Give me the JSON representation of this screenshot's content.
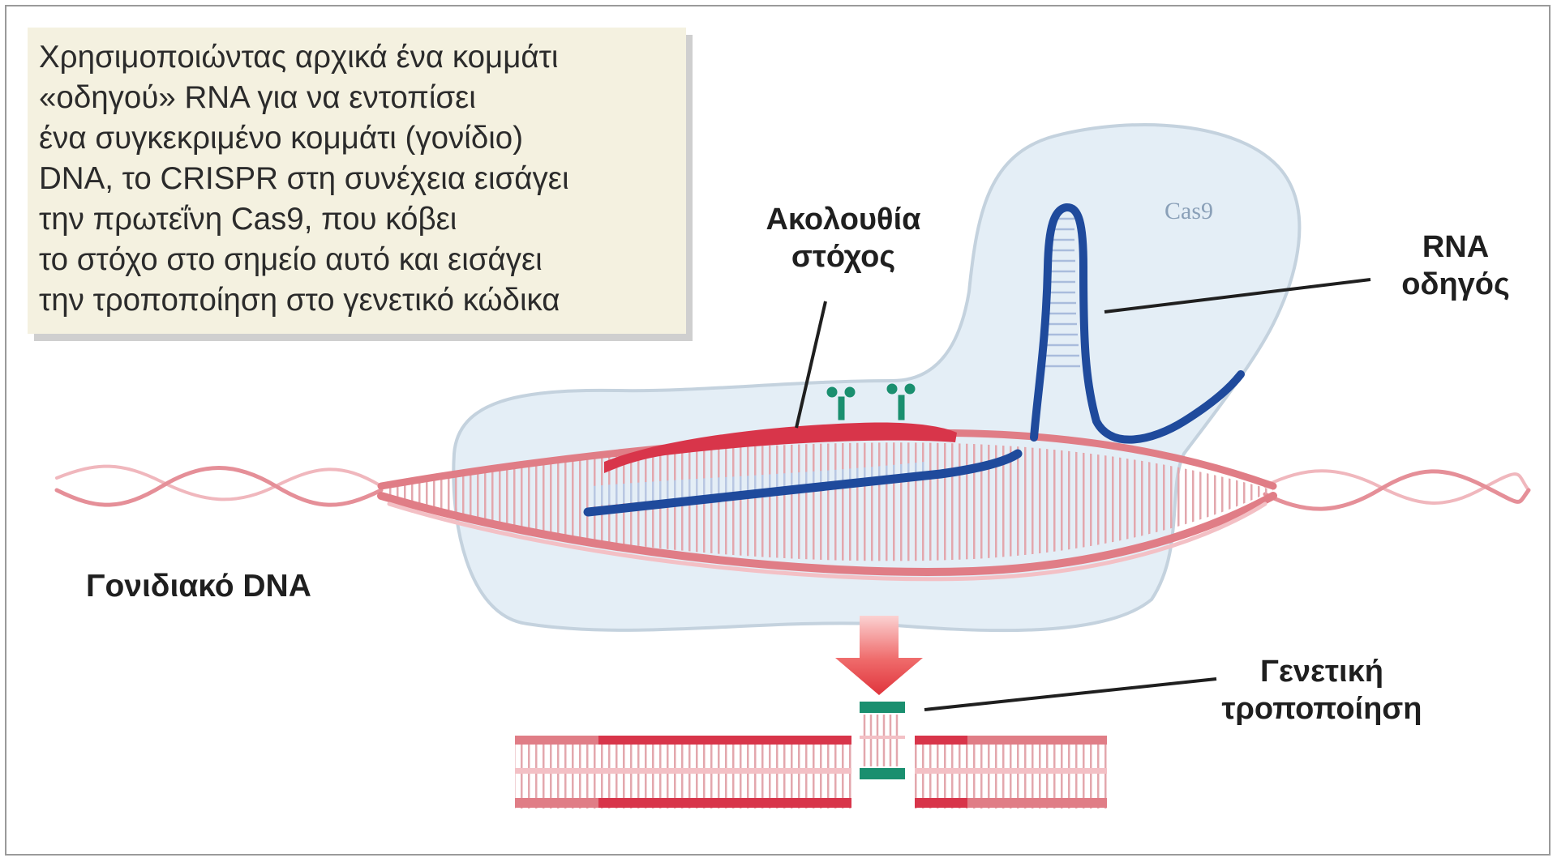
{
  "caption": {
    "lines": [
      "Χρησιμοποιώντας αρχικά ένα κομμάτι",
      "«οδηγού» RNA για να εντοπίσει",
      "ένα συγκεκριμένο κομμάτι (γονίδιο)",
      "DNA, το CRISPR στη συνέχεια εισάγει",
      "την πρωτεΐνη Cas9, που κόβει",
      "το στόχο στο σημείο αυτό και εισάγει",
      "την τροποποίηση στο γενετικό κώδικα"
    ]
  },
  "labels": {
    "target_line1": "Ακολουθία",
    "target_line2": "στόχος",
    "guide_rna_line1": "RNA",
    "guide_rna_line2": "οδηγός",
    "cas9": "Cas9",
    "gene_dna": "Γονιδιακό DNA",
    "modification_line1": "Γενετική",
    "modification_line2": "τροποποίηση"
  },
  "colors": {
    "dna_strand": "#e07d86",
    "dna_light": "#f3c0c5",
    "target_red": "#d8354a",
    "guide_rna_blue": "#1f4a9c",
    "cas9_fill": "#e4eef6",
    "cas9_outline": "#c4d2de",
    "edit_green": "#1a8f6f",
    "arrow_red": "#e2474e",
    "caption_bg": "#f4f1e0"
  }
}
